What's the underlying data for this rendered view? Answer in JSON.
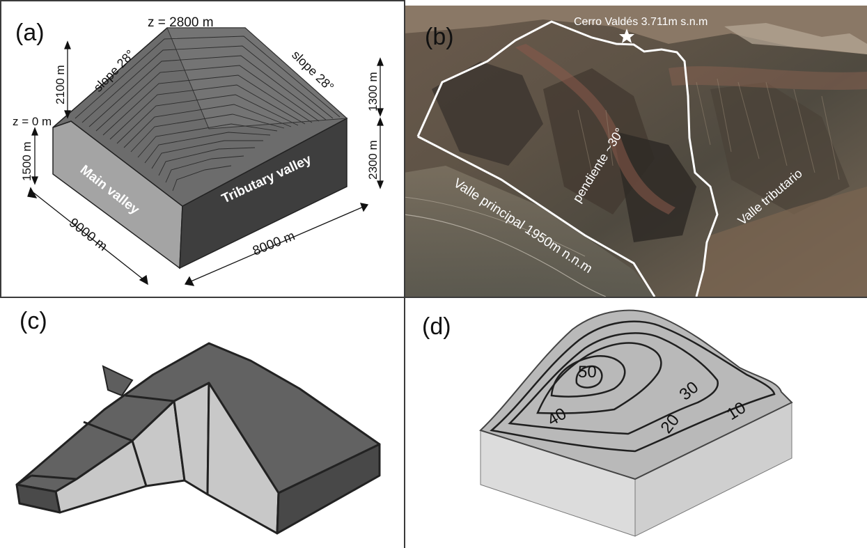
{
  "panels": {
    "a": {
      "label": "(a)",
      "top_elevation": "z = 2800 m",
      "base_elevation": "z = 0 m",
      "slope_left": "slope 28°",
      "slope_right": "slope 28°",
      "dim_2100": "2100 m",
      "dim_1500": "1500 m",
      "dim_1300": "1300 m",
      "dim_2300": "2300 m",
      "main_valley": "Main valley",
      "tributary_valley": "Tributary valley",
      "width_9000": "9000 m",
      "width_8000": "8000 m"
    },
    "b": {
      "label": "(b)",
      "peak": "Cerro Valdés 3.711m s.n.m",
      "slope": "pendiente ~30°",
      "tributary": "Valle tributario",
      "main_valley": "Valle principal 1950m n.n.m"
    },
    "c": {
      "label": "(c)"
    },
    "d": {
      "label": "(d)",
      "contours": [
        "50",
        "40",
        "30",
        "20",
        "10"
      ]
    }
  },
  "colors": {
    "dark_face": "#3f3f3f",
    "top_face": "#6e6e6e",
    "light_face": "#a9a9a9",
    "pale_face": "#d4d4d4",
    "divider": "#3a3a3a"
  }
}
